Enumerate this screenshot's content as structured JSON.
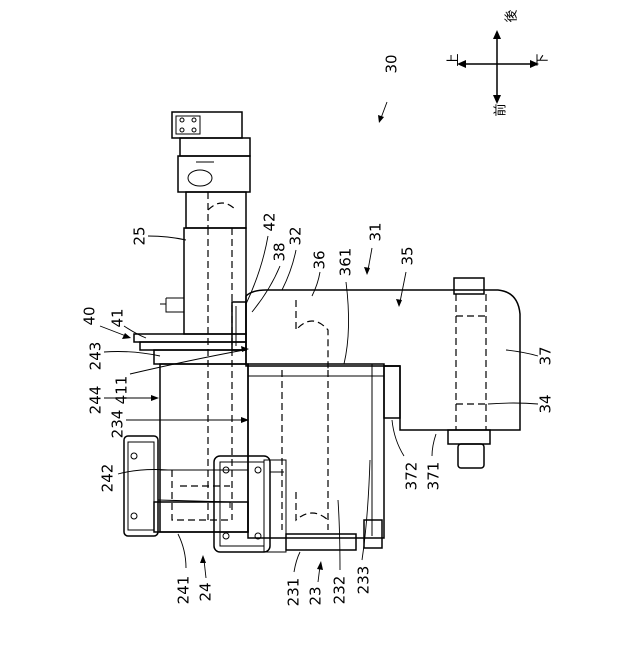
{
  "figure": {
    "main_ref": "30",
    "directions": {
      "up": "後",
      "down": "前",
      "left": "上",
      "right": "下"
    },
    "labels": {
      "l25": "25",
      "l42": "42",
      "l38": "38",
      "l32": "32",
      "l36": "36",
      "l361": "361",
      "l31": "31",
      "l35": "35",
      "l40": "40",
      "l41": "41",
      "l243": "243",
      "l411": "411",
      "l244": "244",
      "l234": "234",
      "l37": "37",
      "l34": "34",
      "l242": "242",
      "l372": "372",
      "l371": "371",
      "l241": "241",
      "l24": "24",
      "l231": "231",
      "l23": "23",
      "l232": "232",
      "l233": "233"
    }
  }
}
